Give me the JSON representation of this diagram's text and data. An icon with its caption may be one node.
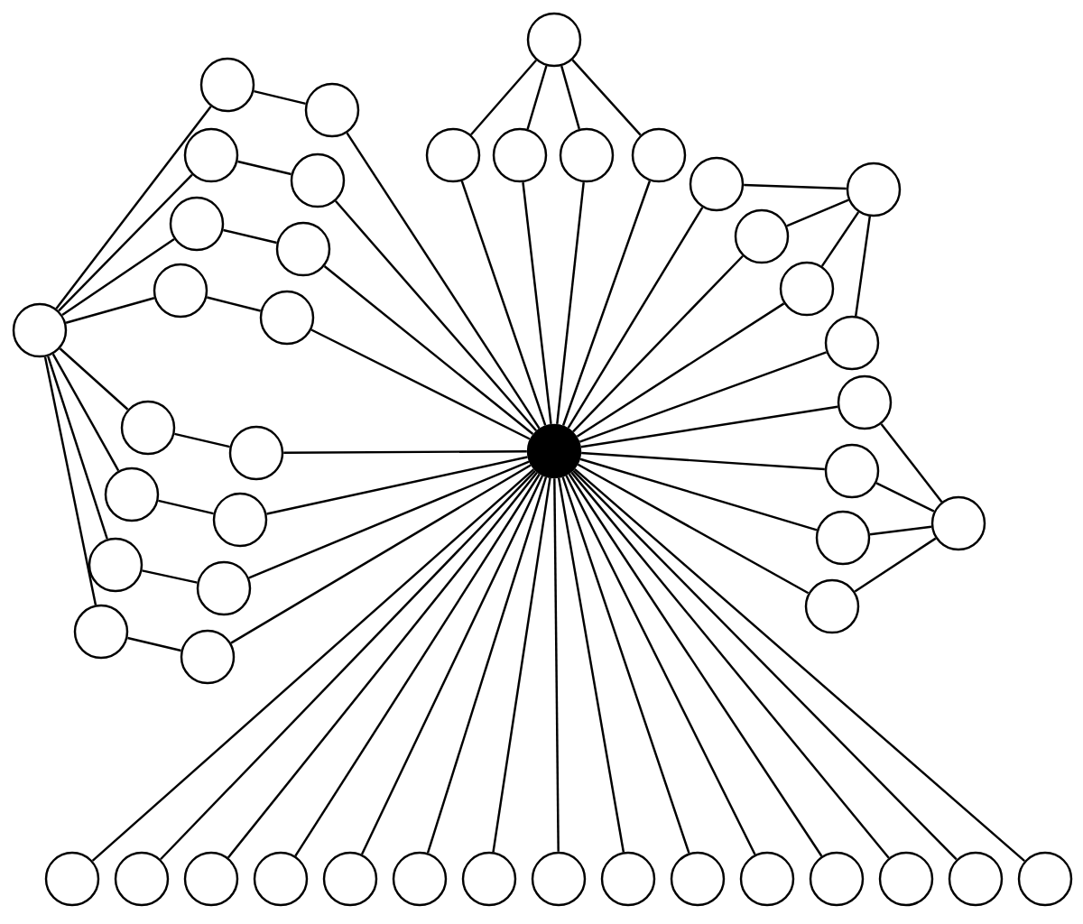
{
  "diagram": {
    "nodes": [
      {
        "text": [],
        "shape": "circle"
      },
      {
        "text": [],
        "shape": "circle"
      },
      {
        "text": [],
        "shape": "circle"
      },
      {
        "text": [],
        "shape": "circle"
      },
      {
        "text": [],
        "shape": "circle"
      },
      {
        "text": [],
        "shape": "circle"
      },
      {
        "text": [],
        "shape": "circle"
      },
      {
        "text": [],
        "shape": "circle"
      },
      {
        "text": [],
        "shape": "circle"
      },
      {
        "text": [],
        "shape": "circle"
      },
      {
        "text": [],
        "shape": "circle"
      },
      {
        "text": [],
        "shape": "circle"
      },
      {
        "text": [],
        "shape": "circle"
      },
      {
        "text": [],
        "shape": "circle"
      },
      {
        "text": [],
        "shape": "circle"
      },
      {
        "text": [],
        "shape": "circle"
      },
      {
        "text": [],
        "shape": "circle"
      },
      {
        "text": [],
        "shape": "circle"
      },
      {
        "text": [],
        "shape": "circle"
      },
      {
        "text": [],
        "shape": "circle"
      },
      {
        "text": [],
        "shape": "circle"
      },
      {
        "text": [],
        "shape": "circle"
      },
      {
        "text": [],
        "shape": "circle"
      },
      {
        "text": [],
        "shape": "circle"
      },
      {
        "text": [],
        "shape": "circle"
      },
      {
        "text": [],
        "shape": "circle"
      },
      {
        "text": [],
        "shape": "circle"
      },
      {
        "text": [],
        "shape": "circle"
      },
      {
        "text": [],
        "shape": "circle"
      },
      {
        "text": [],
        "shape": "circle"
      },
      {
        "text": [],
        "shape": "circle"
      },
      {
        "text": [],
        "shape": "circle"
      },
      {
        "text": [],
        "shape": "circle"
      },
      {
        "text": [],
        "shape": "circle"
      },
      {
        "text": [],
        "shape": "circle"
      },
      {
        "text": [],
        "shape": "circle"
      },
      {
        "text": [],
        "shape": "circle"
      },
      {
        "text": [],
        "shape": "circle"
      },
      {
        "text": [],
        "shape": "circle"
      },
      {
        "text": [],
        "shape": "circle"
      },
      {
        "text": [],
        "shape": "circle"
      },
      {
        "text": [],
        "shape": "circle"
      },
      {
        "text": [],
        "shape": "circle"
      },
      {
        "text": [],
        "shape": "circle"
      },
      {
        "text": [],
        "shape": "circle"
      },
      {
        "text": [],
        "shape": "circle"
      },
      {
        "text": [],
        "shape": "circle"
      },
      {
        "text": [],
        "shape": "circle"
      }
    ],
    "edges": [
      {
        "from": 0,
        "to": 4,
        "arrow": "none"
      },
      {
        "from": 0,
        "to": 5,
        "arrow": "none"
      },
      {
        "from": 0,
        "to": 6,
        "arrow": "none"
      },
      {
        "from": 0,
        "to": 7,
        "arrow": "none"
      },
      {
        "from": 4,
        "to": 21,
        "arrow": "none"
      },
      {
        "from": 5,
        "to": 21,
        "arrow": "none"
      },
      {
        "from": 6,
        "to": 21,
        "arrow": "none"
      },
      {
        "from": 7,
        "to": 21,
        "arrow": "none"
      },
      {
        "from": 17,
        "to": 1,
        "arrow": "none"
      },
      {
        "from": 17,
        "to": 3,
        "arrow": "none"
      },
      {
        "from": 17,
        "to": 11,
        "arrow": "none"
      },
      {
        "from": 17,
        "to": 15,
        "arrow": "none"
      },
      {
        "from": 17,
        "to": 20,
        "arrow": "none"
      },
      {
        "from": 17,
        "to": 24,
        "arrow": "none"
      },
      {
        "from": 17,
        "to": 28,
        "arrow": "none"
      },
      {
        "from": 17,
        "to": 31,
        "arrow": "none"
      },
      {
        "from": 1,
        "to": 2,
        "arrow": "none"
      },
      {
        "from": 3,
        "to": 8,
        "arrow": "none"
      },
      {
        "from": 11,
        "to": 13,
        "arrow": "none"
      },
      {
        "from": 15,
        "to": 16,
        "arrow": "none"
      },
      {
        "from": 20,
        "to": 22,
        "arrow": "none"
      },
      {
        "from": 24,
        "to": 25,
        "arrow": "none"
      },
      {
        "from": 28,
        "to": 29,
        "arrow": "none"
      },
      {
        "from": 31,
        "to": 32,
        "arrow": "none"
      },
      {
        "from": 2,
        "to": 21,
        "arrow": "none"
      },
      {
        "from": 8,
        "to": 21,
        "arrow": "none"
      },
      {
        "from": 13,
        "to": 21,
        "arrow": "none"
      },
      {
        "from": 16,
        "to": 21,
        "arrow": "none"
      },
      {
        "from": 22,
        "to": 21,
        "arrow": "none"
      },
      {
        "from": 25,
        "to": 21,
        "arrow": "none"
      },
      {
        "from": 29,
        "to": 21,
        "arrow": "none"
      },
      {
        "from": 32,
        "to": 21,
        "arrow": "none"
      },
      {
        "from": 10,
        "to": 9,
        "arrow": "none"
      },
      {
        "from": 10,
        "to": 12,
        "arrow": "none"
      },
      {
        "from": 10,
        "to": 14,
        "arrow": "none"
      },
      {
        "from": 10,
        "to": 18,
        "arrow": "none"
      },
      {
        "from": 9,
        "to": 21,
        "arrow": "none"
      },
      {
        "from": 12,
        "to": 21,
        "arrow": "none"
      },
      {
        "from": 14,
        "to": 21,
        "arrow": "none"
      },
      {
        "from": 18,
        "to": 21,
        "arrow": "none"
      },
      {
        "from": 26,
        "to": 19,
        "arrow": "none"
      },
      {
        "from": 26,
        "to": 23,
        "arrow": "none"
      },
      {
        "from": 26,
        "to": 27,
        "arrow": "none"
      },
      {
        "from": 26,
        "to": 30,
        "arrow": "none"
      },
      {
        "from": 19,
        "to": 21,
        "arrow": "none"
      },
      {
        "from": 23,
        "to": 21,
        "arrow": "none"
      },
      {
        "from": 27,
        "to": 21,
        "arrow": "none"
      },
      {
        "from": 30,
        "to": 21,
        "arrow": "none"
      },
      {
        "from": 21,
        "to": 33,
        "arrow": "none"
      },
      {
        "from": 21,
        "to": 34,
        "arrow": "none"
      },
      {
        "from": 21,
        "to": 35,
        "arrow": "none"
      },
      {
        "from": 21,
        "to": 36,
        "arrow": "none"
      },
      {
        "from": 21,
        "to": 37,
        "arrow": "none"
      },
      {
        "from": 21,
        "to": 38,
        "arrow": "none"
      },
      {
        "from": 21,
        "to": 39,
        "arrow": "none"
      },
      {
        "from": 21,
        "to": 40,
        "arrow": "none"
      },
      {
        "from": 21,
        "to": 41,
        "arrow": "none"
      },
      {
        "from": 21,
        "to": 42,
        "arrow": "none"
      },
      {
        "from": 21,
        "to": 43,
        "arrow": "none"
      },
      {
        "from": 21,
        "to": 44,
        "arrow": "none"
      },
      {
        "from": 21,
        "to": 45,
        "arrow": "none"
      },
      {
        "from": 21,
        "to": 46,
        "arrow": "none"
      },
      {
        "from": 21,
        "to": 47,
        "arrow": "none"
      }
    ]
  }
}
